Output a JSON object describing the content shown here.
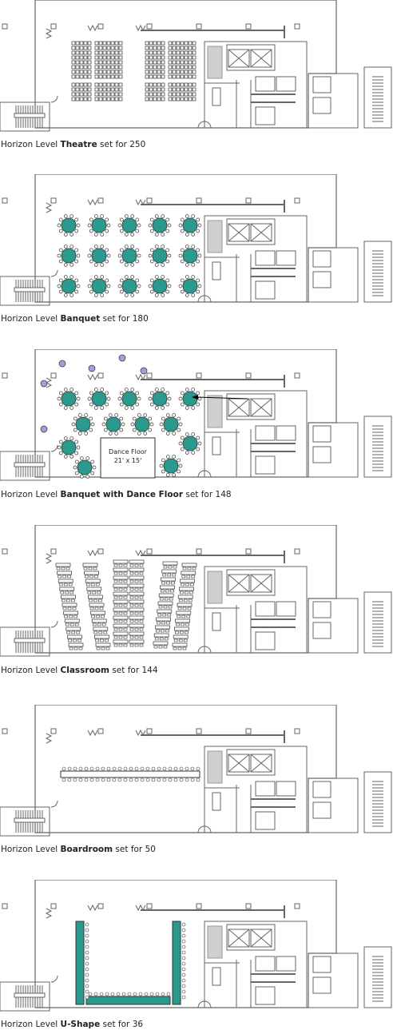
{
  "colors": {
    "wall": "#666666",
    "table": "#2a9a8f",
    "cocktail": "#9f9fd8",
    "chair": "#ffffff"
  },
  "plans": [
    {
      "id": "theatre",
      "caption_prefix": "Horizon Level ",
      "setup": "Theatre",
      "caption_suffix": " set for 250"
    },
    {
      "id": "banquet",
      "caption_prefix": "Horizon Level ",
      "setup": "Banquet",
      "caption_suffix": " set for 180"
    },
    {
      "id": "dance",
      "caption_prefix": "Horizon Level ",
      "setup": "Banquet with Dance Floor",
      "caption_suffix": " set for 148",
      "dance_floor": {
        "label": "Dance Floor",
        "size": "21' x 15'"
      }
    },
    {
      "id": "classroom",
      "caption_prefix": "Horizon Level ",
      "setup": "Classroom",
      "caption_suffix": " set for 144"
    },
    {
      "id": "boardroom",
      "caption_prefix": "Horizon Level ",
      "setup": "Boardroom",
      "caption_suffix": " set for 50"
    },
    {
      "id": "ushape",
      "caption_prefix": "Horizon Level ",
      "setup": "U-Shape",
      "caption_suffix": " set for 36"
    }
  ]
}
